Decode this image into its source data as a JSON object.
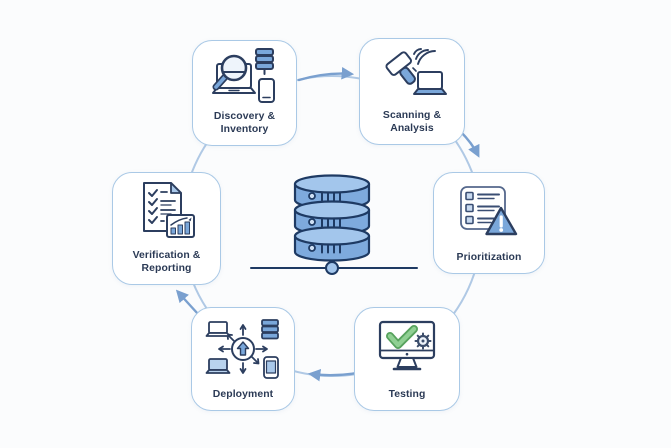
{
  "diagram": {
    "type": "cycle",
    "direction": "clockwise",
    "stages": [
      {
        "label": "Discovery & Inventory",
        "icon": "magnifier-laptop-server-phone-icon"
      },
      {
        "label": "Scanning & Analysis",
        "icon": "scanner-waves-laptop-icon"
      },
      {
        "label": "Prioritization",
        "icon": "checklist-warning-triangle-icon"
      },
      {
        "label": "Testing",
        "icon": "monitor-checkmark-gear-icon"
      },
      {
        "label": "Deployment",
        "icon": "hub-arrows-devices-icon"
      },
      {
        "label": "Verification & Reporting",
        "icon": "report-document-chart-icon"
      }
    ],
    "center": {
      "icon": "database-server-stack-icon"
    },
    "connections": [
      {
        "from": "Discovery & Inventory",
        "to": "Scanning & Analysis"
      },
      {
        "from": "Scanning & Analysis",
        "to": "Prioritization"
      },
      {
        "from": "Prioritization",
        "to": "Testing"
      },
      {
        "from": "Testing",
        "to": "Deployment"
      },
      {
        "from": "Deployment",
        "to": "Verification & Reporting"
      },
      {
        "from": "Verification & Reporting",
        "to": "Discovery & Inventory"
      }
    ],
    "colors": {
      "background": "#fbfcfd",
      "box_border": "#aac9e6",
      "cycle_ring": "#b0c9e5",
      "arrow": "#7aa0cf",
      "icon_outline": "#2c3e5f",
      "icon_blue": "#7aa7da",
      "icon_light_blue": "#b9d3ee",
      "check_green": "#8fcf92",
      "label_text": "#2b3a55"
    }
  }
}
